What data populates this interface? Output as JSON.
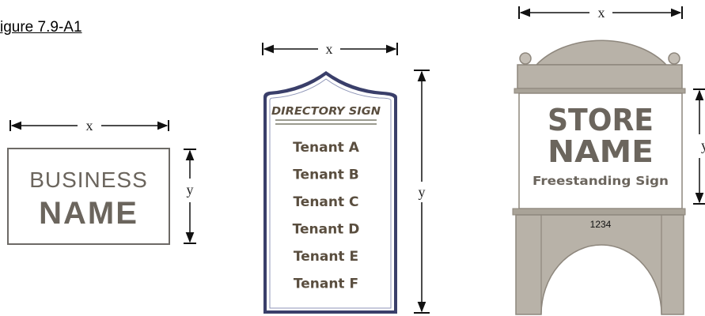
{
  "figure": {
    "title": "igure 7.9-A1"
  },
  "dimension_labels": {
    "width": "x",
    "height": "y"
  },
  "business_sign": {
    "line1": "BUSINESS",
    "line2": "NAME"
  },
  "directory_sign": {
    "heading": "DIRECTORY SIGN",
    "tenants": [
      "Tenant A",
      "Tenant B",
      "Tenant C",
      "Tenant D",
      "Tenant E",
      "Tenant F"
    ]
  },
  "freestanding_sign": {
    "line1": "STORE",
    "line2": "NAME",
    "line3": "Freestanding Sign",
    "address": "1234"
  },
  "colors": {
    "sign_text": "#6b655d",
    "directory_text": "#5a4e3f",
    "directory_frame": "#3a3f6a",
    "stone": "#b8b2a8",
    "stone_dark": "#8e877d"
  }
}
